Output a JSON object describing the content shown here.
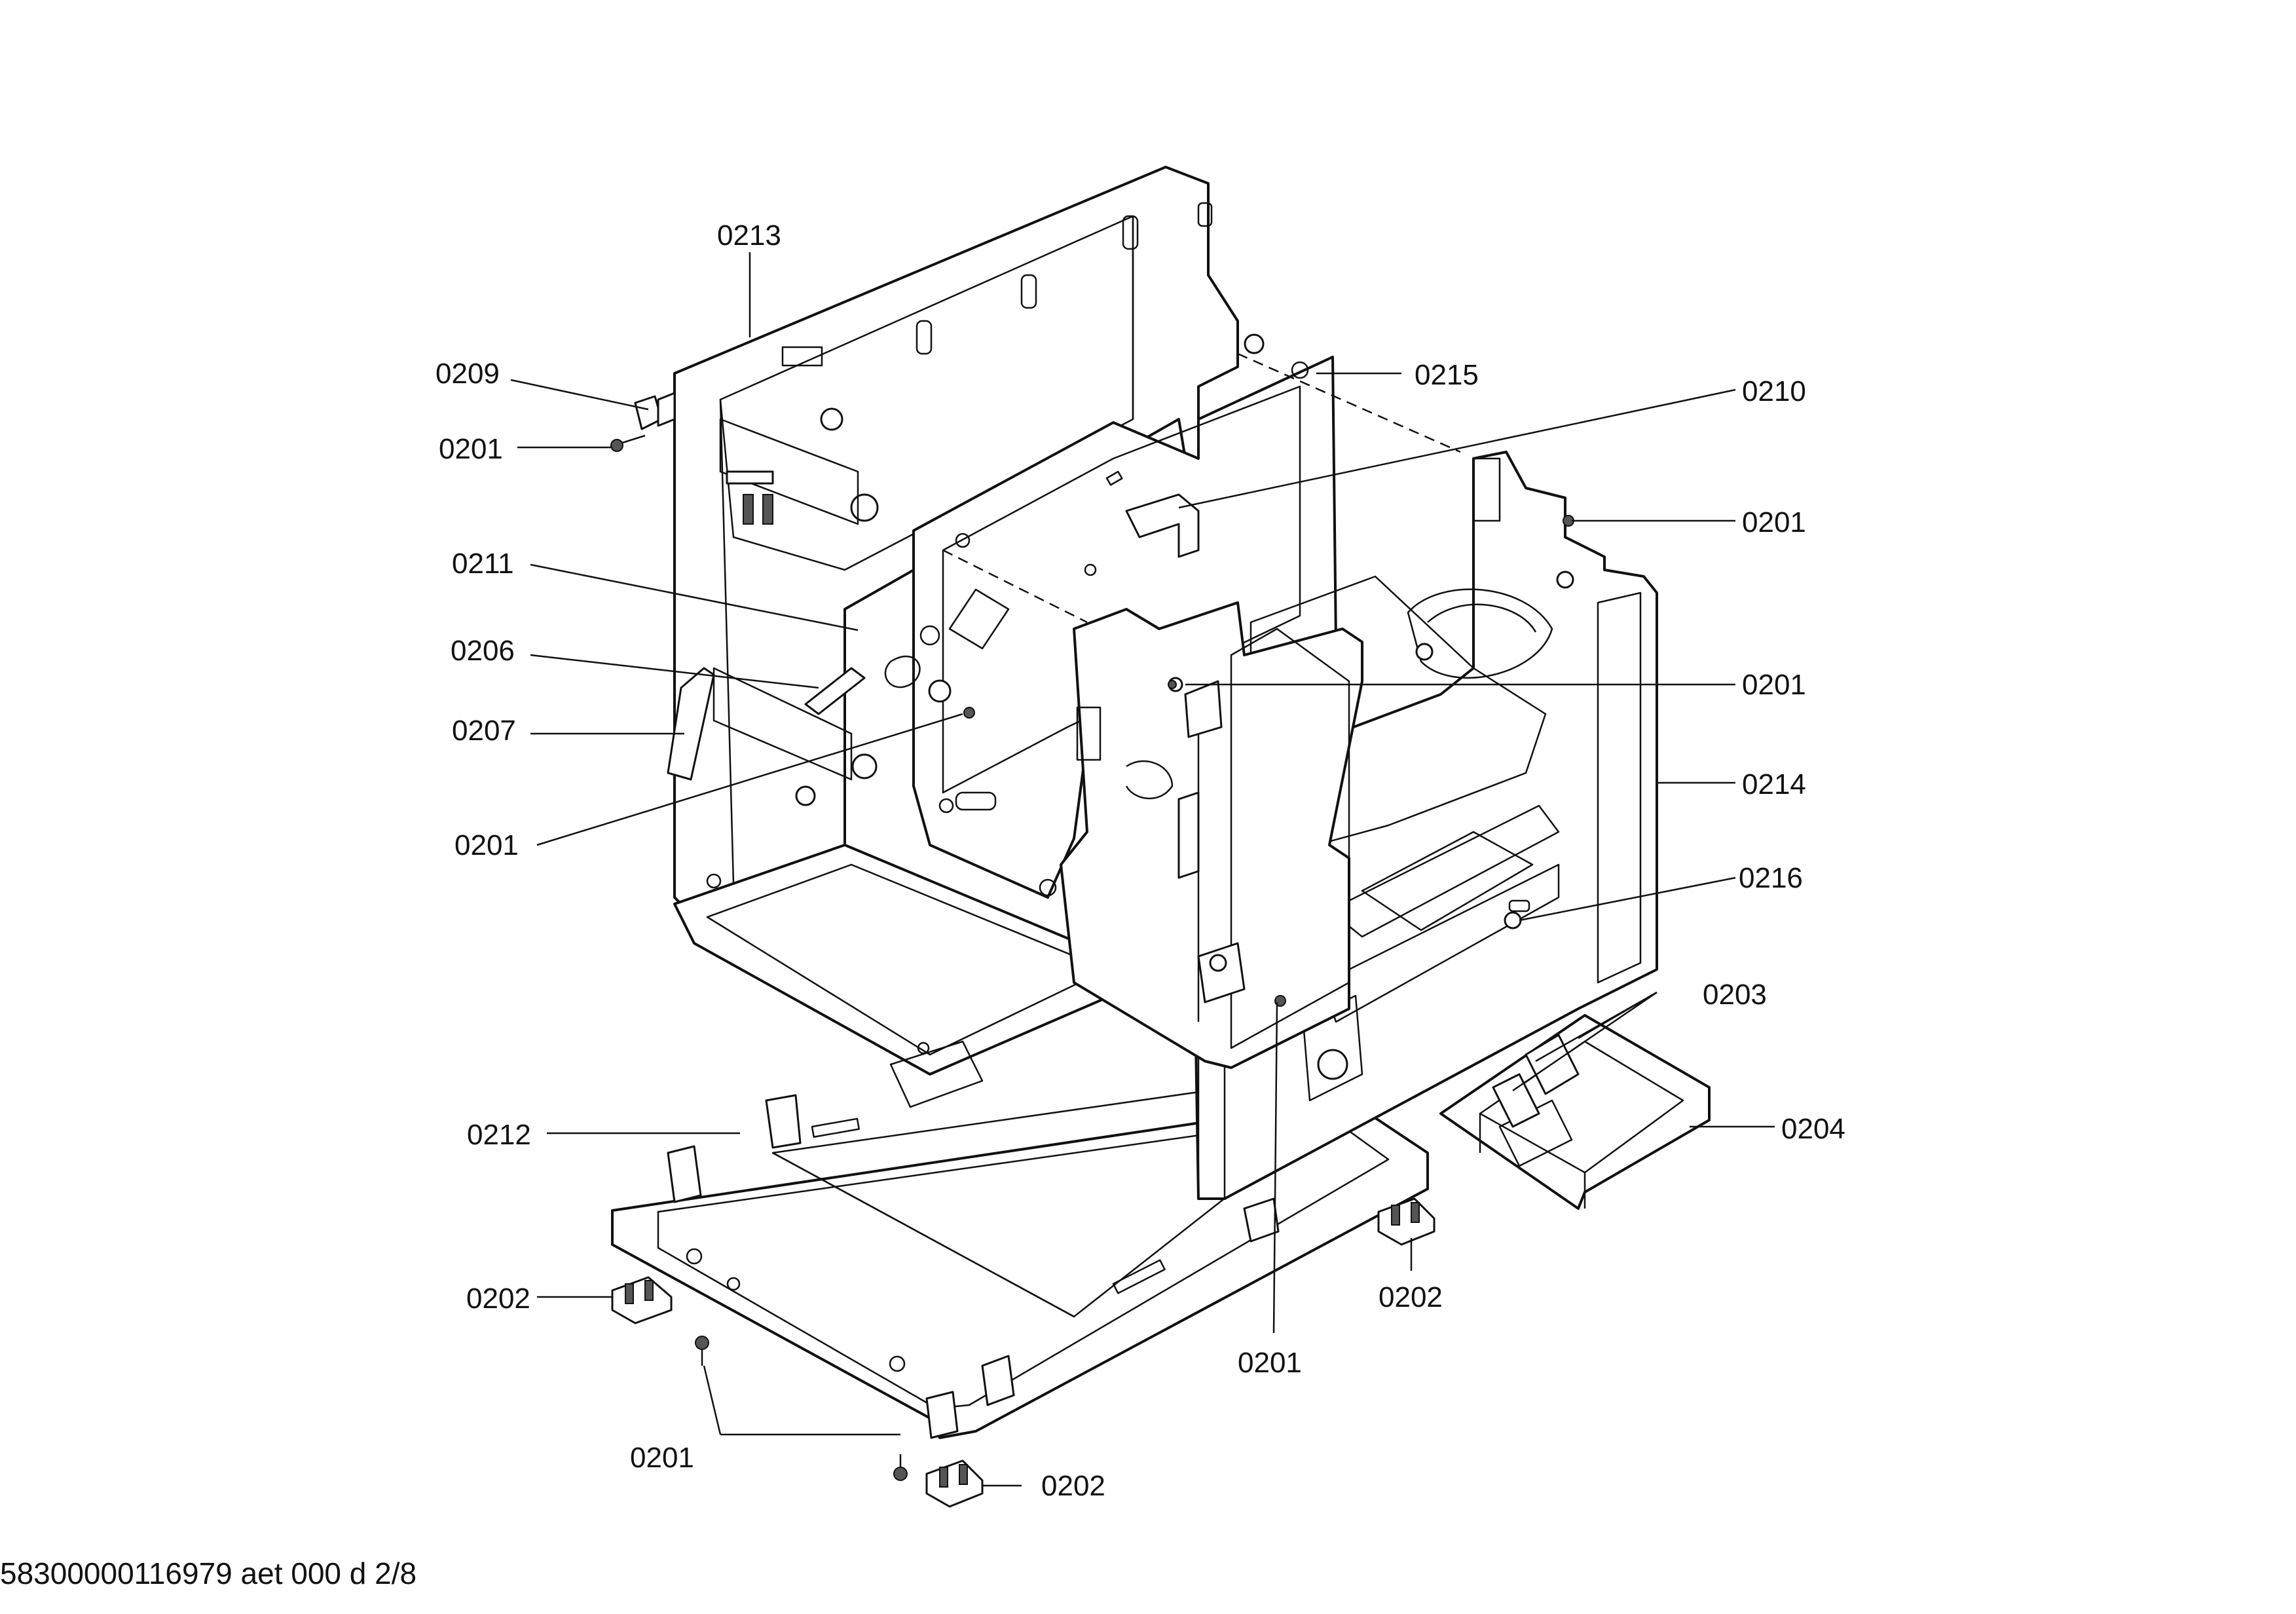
{
  "labels": {
    "l0213": "0213",
    "l0209": "0209",
    "l0201a": "0201",
    "l0215": "0215",
    "l0210": "0210",
    "l0201b": "0201",
    "l0211": "0211",
    "l0206": "0206",
    "l0201c": "0201",
    "l0207": "0207",
    "l0214": "0214",
    "l0201d": "0201",
    "l0216": "0216",
    "l0203": "0203",
    "l0212": "0212",
    "l0204": "0204",
    "l0202a": "0202",
    "l0202b": "0202",
    "l0201e": "0201",
    "l0201f": "0201",
    "l0202c": "0202"
  },
  "footer": {
    "code": "58300000116979 aet 000 d 2/8"
  }
}
